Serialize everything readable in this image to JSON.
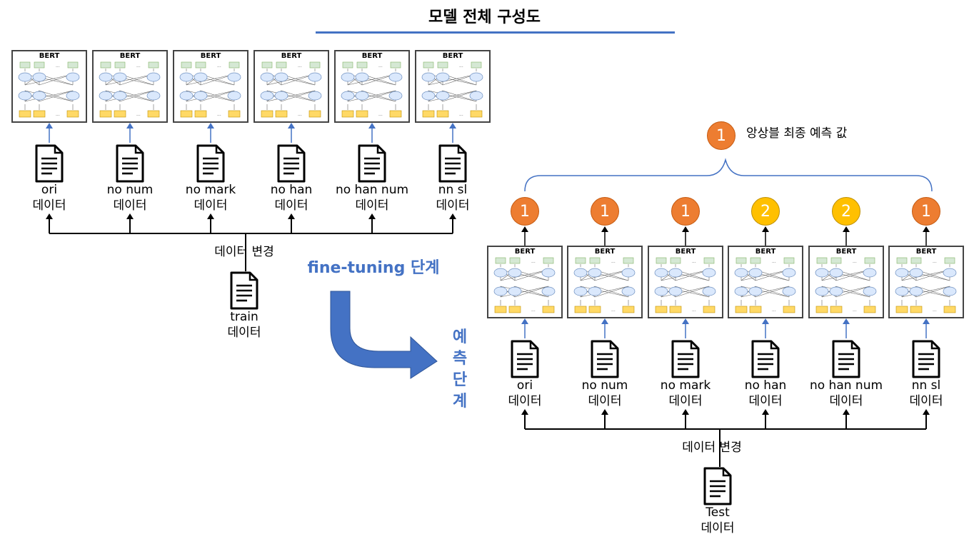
{
  "title": "모델 전체 구성도",
  "bert_label": "BERT",
  "data_suffix": "데이터",
  "change_label": "데이터 변경",
  "finetune_label": "fine-tuning 단계",
  "predict_label_chars": [
    "예",
    "측",
    "단",
    "계"
  ],
  "ensemble_label": "앙상블 최종 예측 값",
  "ensemble_value": "1",
  "train": {
    "models": [
      "ori",
      "no num",
      "no mark",
      "no han",
      "no han num",
      "nn sl"
    ],
    "source": "train"
  },
  "test": {
    "models": [
      "ori",
      "no num",
      "no mark",
      "no han",
      "no han num",
      "nn sl"
    ],
    "source": "Test",
    "predictions": [
      "1",
      "1",
      "1",
      "2",
      "2",
      "1"
    ]
  },
  "colors": {
    "accent": "#4472c4",
    "pred1": "#ed7d31",
    "pred2": "#ffc000"
  }
}
